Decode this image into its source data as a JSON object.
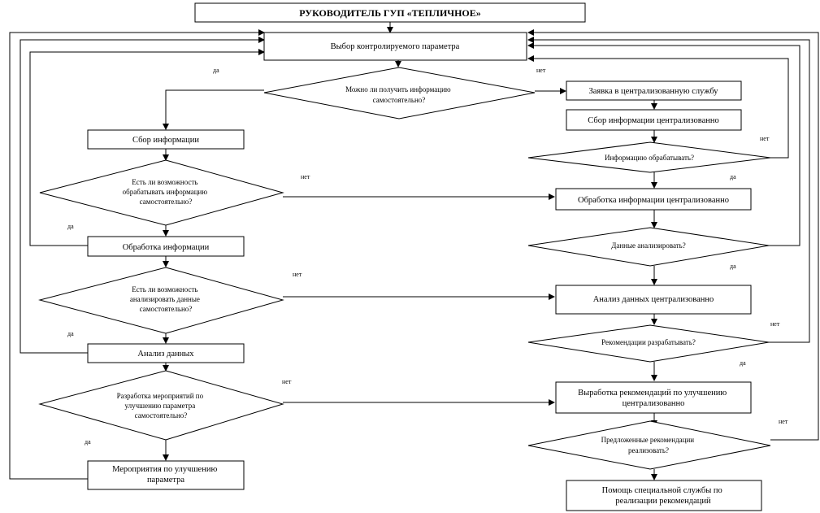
{
  "title": "РУКОВОДИТЕЛЬ ГУП «ТЕПЛИЧНОЕ»",
  "nodes": {
    "select_param": "Выбор контролируемого параметра",
    "q_info_self": [
      "Можно ли получить информацию",
      "самостоятельно?"
    ],
    "request_central": "Заявка в централизованную службу",
    "collect_central": "Сбор информации централизованно",
    "q_process_info": "Информацию обрабатывать?",
    "collect": "Сбор информации",
    "q_process_self": [
      "Есть ли возможность",
      "обрабатывать информацию",
      "самостоятельно?"
    ],
    "process_central": "Обработка информации  централизованно",
    "process": "Обработка информации",
    "q_analyze_data": "Данные анализировать?",
    "q_analyze_self": [
      "Есть ли возможность",
      "анализировать данные",
      "самостоятельно?"
    ],
    "analyze_central": "Анализ данных централизованно",
    "analyze": "Анализ данных",
    "q_develop_recs": "Рекомендации разрабатывать?",
    "q_measures_self": [
      "Разработка мероприятий по",
      "улучшению параметра",
      "самостоятельно?"
    ],
    "develop_central": [
      "Выработка рекомендаций по улучшению",
      "централизованно"
    ],
    "q_implement": [
      "Предложенные рекомендации",
      "реализовать?"
    ],
    "measures": [
      "Мероприятия по улучшению",
      "параметра"
    ],
    "help_service": [
      "Помощь специальной службы по",
      "реализации рекомендаций"
    ]
  },
  "labels": {
    "yes": "да",
    "no": "нет"
  }
}
